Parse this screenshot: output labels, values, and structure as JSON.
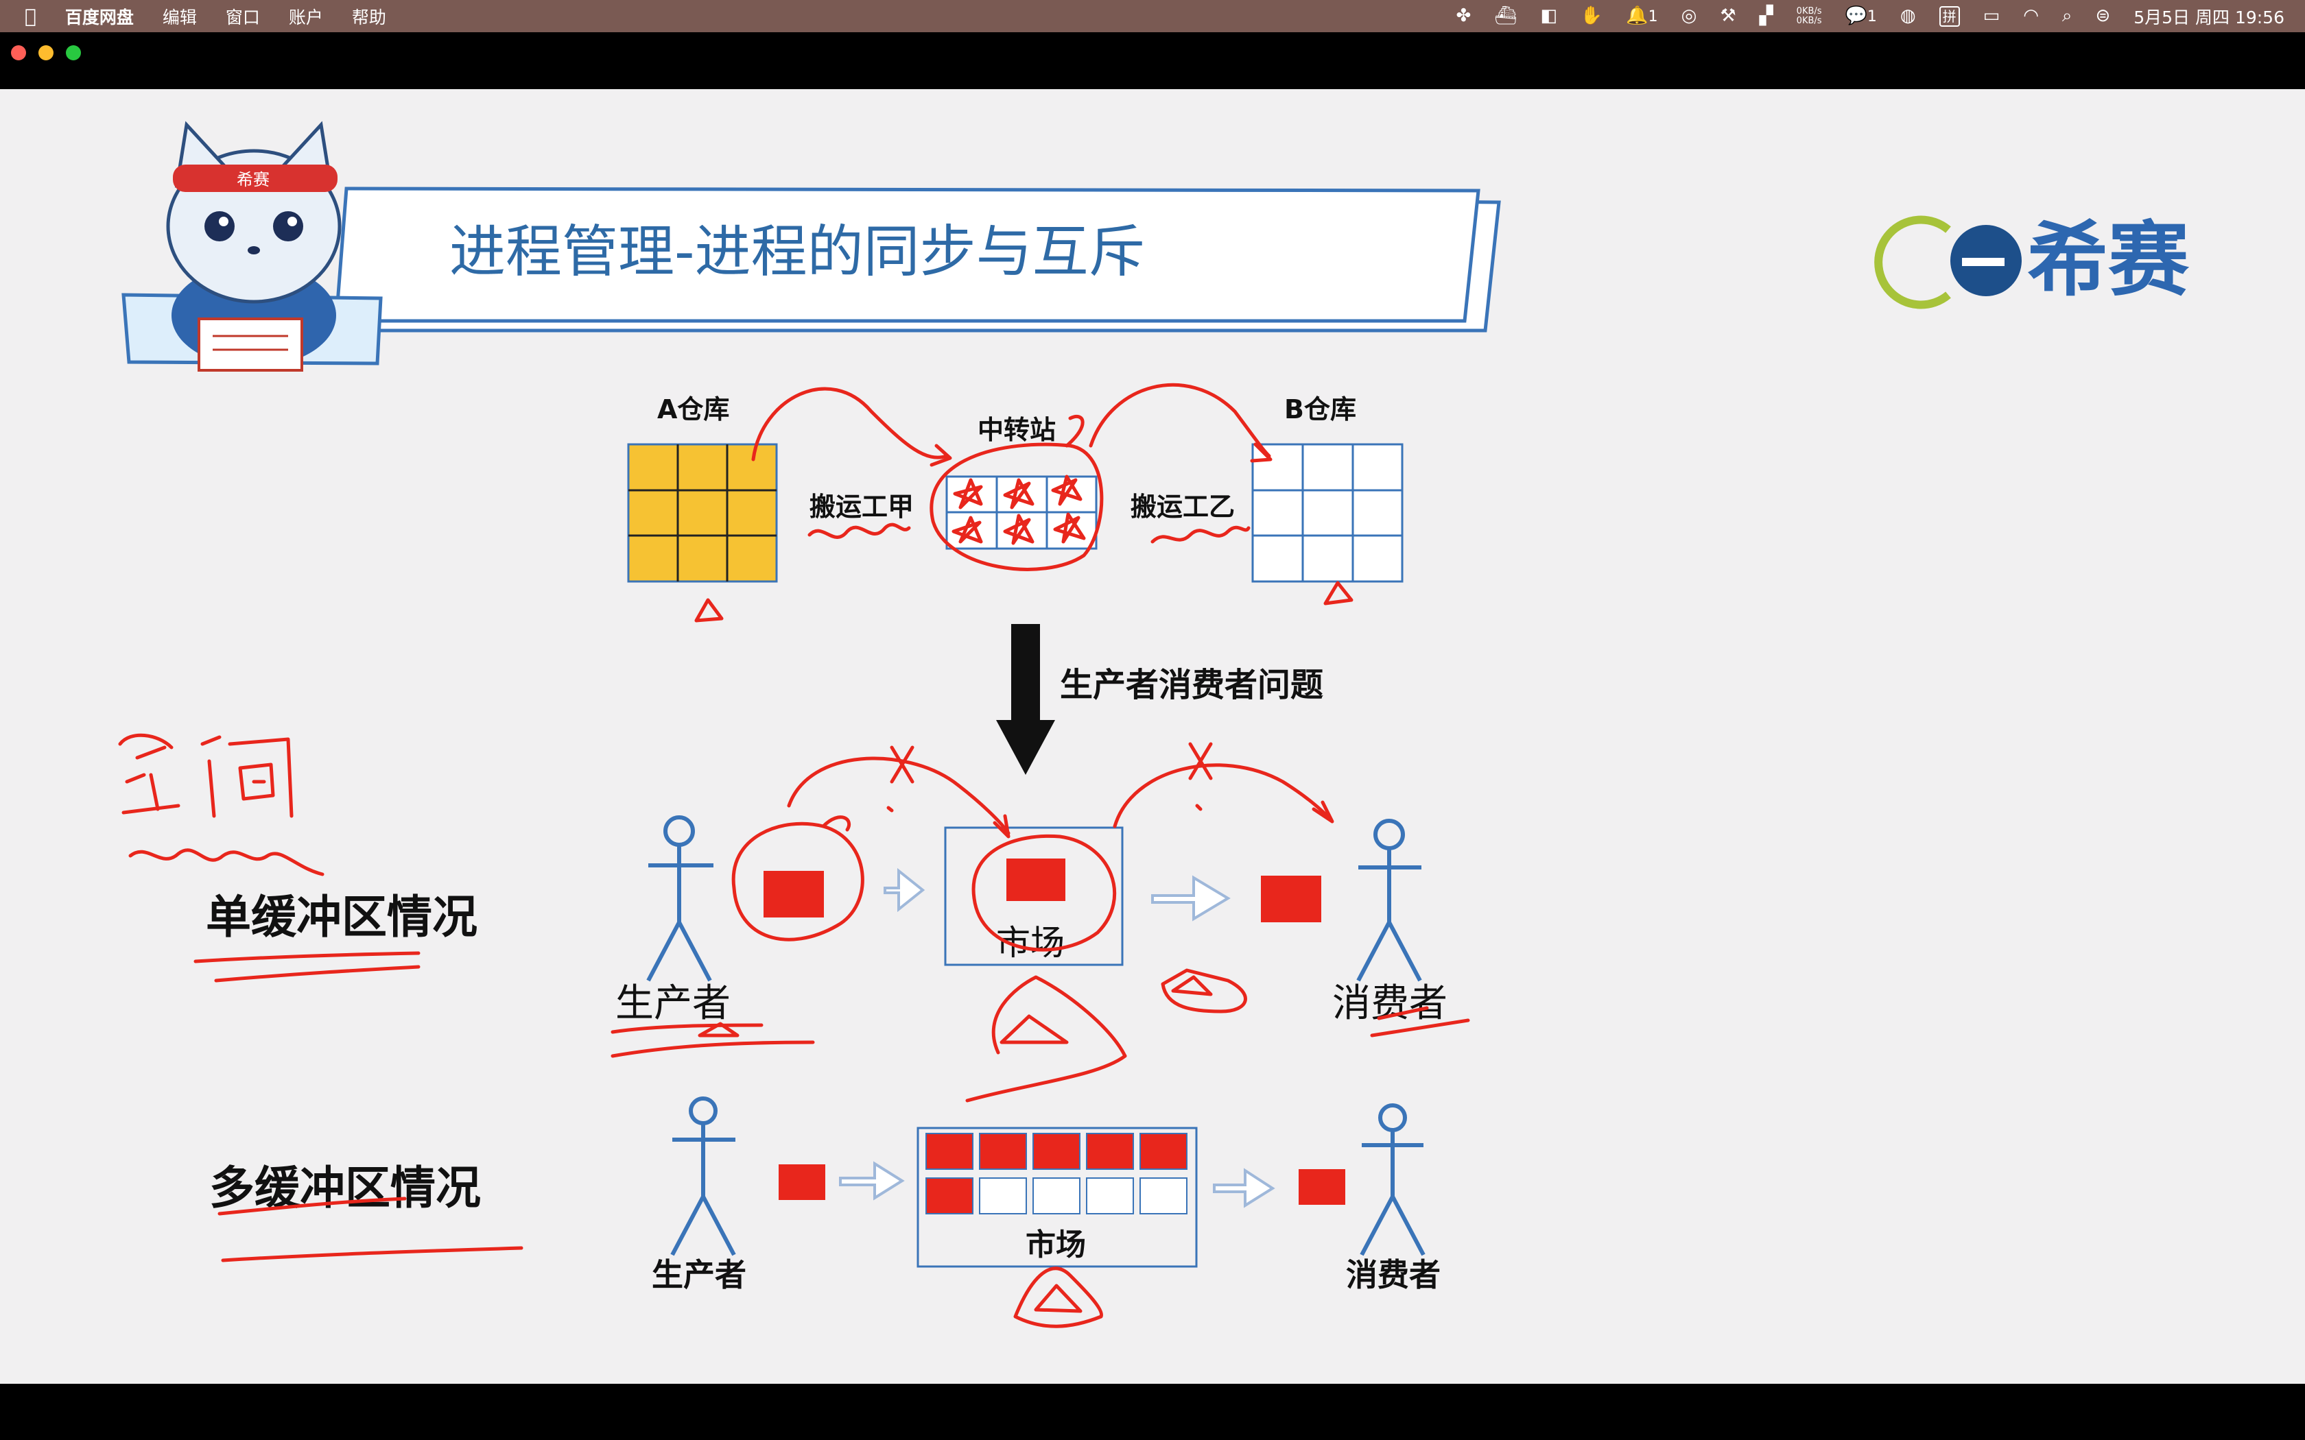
{
  "menubar": {
    "app_name": "百度网盘",
    "menu_items": [
      "编辑",
      "窗口",
      "账户",
      "帮助"
    ],
    "notification_count": "1",
    "chat_count": "1",
    "net_up": "0KB/s",
    "net_down": "0KB/s",
    "input_method": "拼",
    "datetime": "5月5日 周四 19:56"
  },
  "slide": {
    "title": "进程管理-进程的同步与互斥",
    "logo_text": "希赛",
    "mascot_band_text": "希赛",
    "warehouse_a": "A仓库",
    "transfer_station": "中转站",
    "warehouse_b": "B仓库",
    "porter_a": "搬运工甲",
    "porter_b": "搬运工乙",
    "arrow_label": "生产者消费者问题",
    "single_buffer_title": "单缓冲区情况",
    "multi_buffer_title": "多缓冲区情况",
    "producer": "生产者",
    "consumer": "消费者",
    "market": "市场",
    "handwriting_note": "空间",
    "colors": {
      "accent_red": "#e8261c",
      "diagram_blue": "#3a74b8",
      "title_blue": "#2e6aa6",
      "warehouse_yellow": "#f6c233"
    }
  }
}
